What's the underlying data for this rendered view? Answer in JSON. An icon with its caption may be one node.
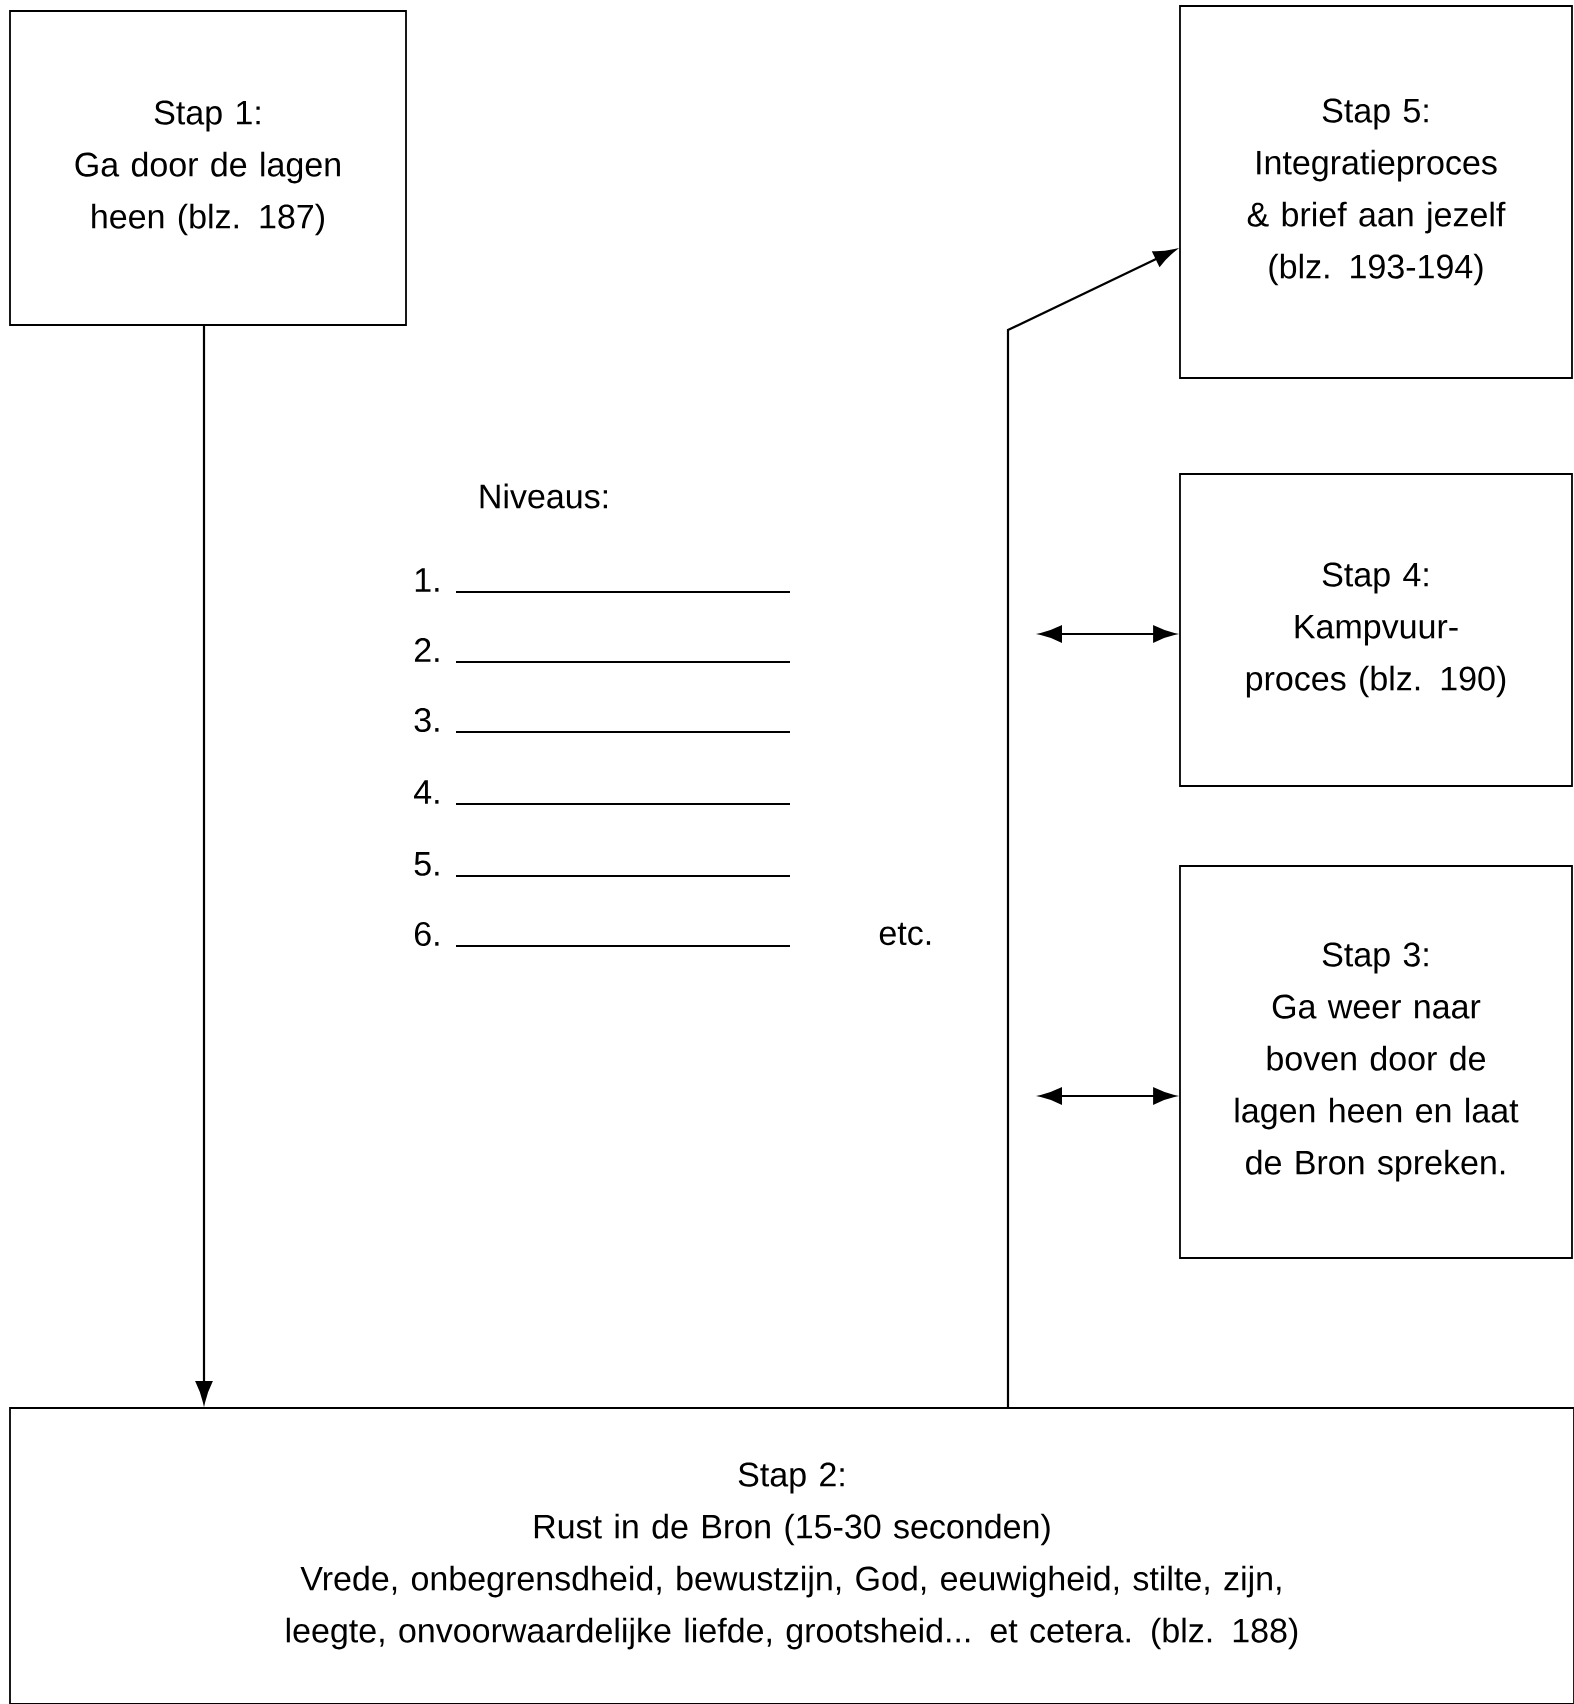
{
  "diagram": {
    "nodes": [
      {
        "text": [
          "Stap 1:",
          "Ga door de lagen heen (blz. 187)"
        ]
      },
      {
        "text": [
          "Stap 5:",
          "Integratieproces & brief aan jezelf (blz. 193-194)"
        ]
      },
      {
        "text": [
          "Stap 4:",
          "Kampvuur-proces (blz. 190)"
        ]
      },
      {
        "text": [
          "Stap 3:",
          "Ga weer naar boven door de lagen heen en laat de Bron spreken."
        ]
      },
      {
        "text": [
          "Stap 2:",
          "Rust in de Bron (15-30 seconden)",
          "Vrede, onbegrensdheid, bewustzijn, God, eeuwigheid, stilte, zijn, leegte, onvoorwaardelijke liefde, grootsheid... et cetera. (blz. 188)"
        ]
      }
    ],
    "edges": [
      {
        "from": 0,
        "to": 4,
        "arrow": "to"
      },
      {
        "from": 4,
        "to": 1,
        "arrow": "to"
      },
      {
        "from": null,
        "to": 2,
        "arrow": "both"
      },
      {
        "from": null,
        "to": 3,
        "arrow": "both"
      }
    ],
    "labels": [
      "Niveaus:",
      "1.",
      "2.",
      "3.",
      "4.",
      "5.",
      "6.",
      "etc."
    ]
  }
}
